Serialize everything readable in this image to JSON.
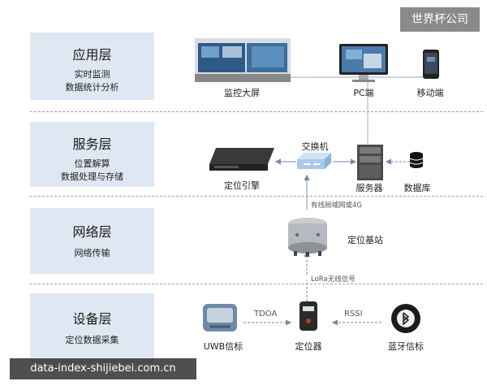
{
  "brand": "世界杯公司",
  "watermark": "data-index-shijiebei.com.cn",
  "layers": [
    {
      "title": "应用层",
      "subs": [
        "实时监测",
        "数据统计分析"
      ]
    },
    {
      "title": "服务层",
      "subs": [
        "位置解算",
        "数据处理与存储"
      ]
    },
    {
      "title": "网络层",
      "subs": [
        "网络传输"
      ]
    },
    {
      "title": "设备层",
      "subs": [
        "定位数据采集"
      ]
    }
  ],
  "app": {
    "screen": "监控大屏",
    "pc": "PC端",
    "mobile": "移动端"
  },
  "service": {
    "engine": "定位引擎",
    "switch": "交换机",
    "server": "服务器",
    "database": "数据库"
  },
  "network": {
    "link": "有线局域网或4G",
    "base": "定位基站"
  },
  "device": {
    "lora": "LoRa无线信号",
    "uwb": "UWB信标",
    "locator": "定位器",
    "bluetooth": "蓝牙信标",
    "tdoa": "TDOA",
    "rssi": "RSSI"
  }
}
